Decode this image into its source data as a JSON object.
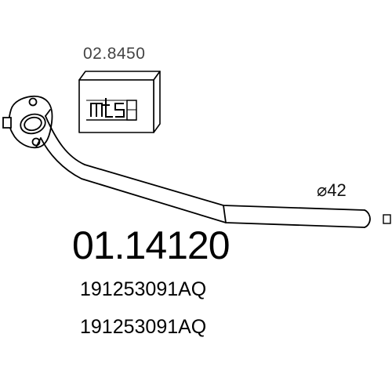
{
  "catalog": {
    "packaging_code": "02.8450",
    "brand_logo_text": "mts",
    "part_number": "01.14120",
    "diameter_label": "⌀42",
    "oe_numbers": [
      "191253091AQ",
      "191253091AQ"
    ]
  },
  "colors": {
    "line": "#000000",
    "background": "#ffffff",
    "label_grey": "#444444"
  },
  "icons": {
    "package": "box-icon",
    "brand": "mts-logo",
    "pipe": "exhaust-pipe-drawing",
    "flange": "flange-icon"
  }
}
